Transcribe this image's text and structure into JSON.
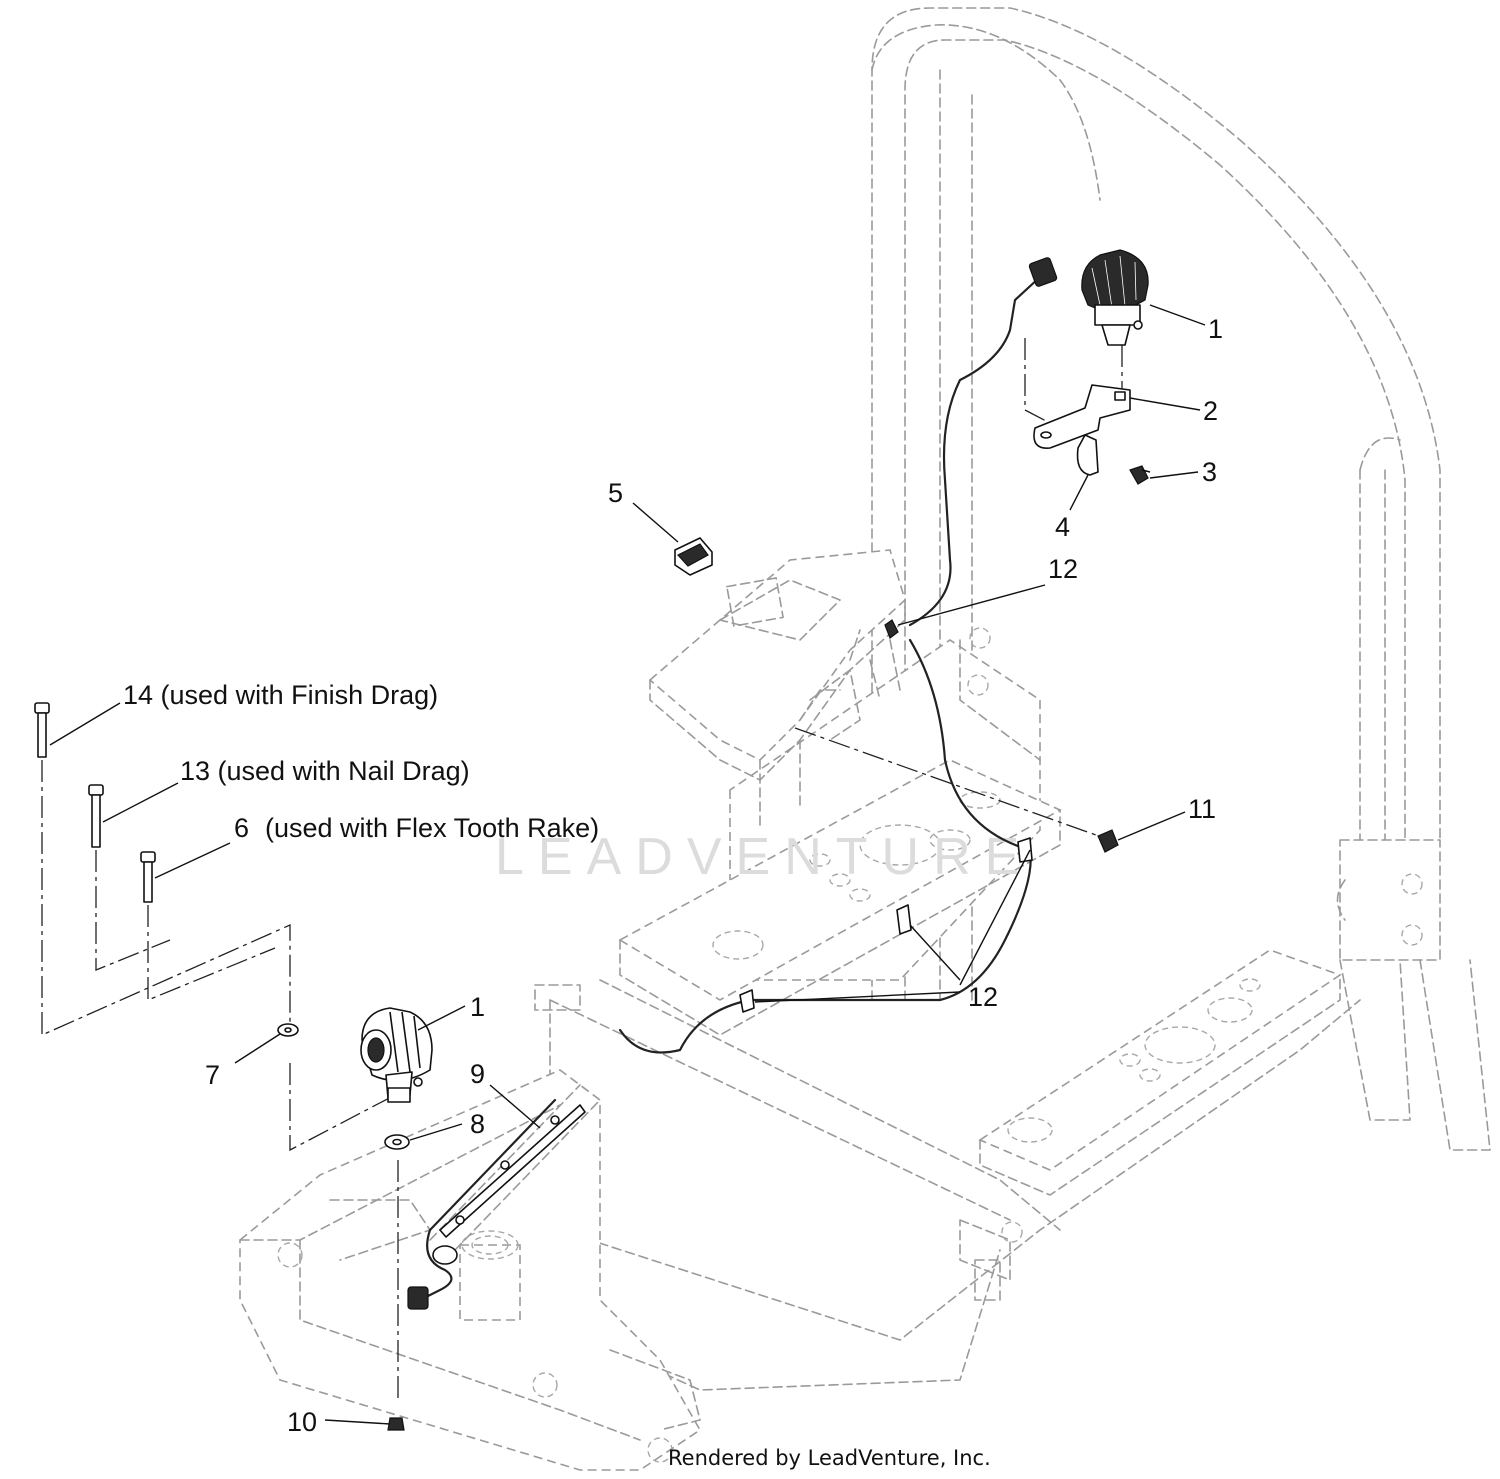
{
  "watermark": "LEADVENTURE",
  "footer": "Rendered by LeadVenture, Inc.",
  "callouts": {
    "c1a": "1",
    "c2": "2",
    "c3": "3",
    "c4": "4",
    "c5": "5",
    "c12a": "12",
    "c11": "11",
    "c12b": "12",
    "c14": "14 (used with Finish Drag)",
    "c13": "13 (used with Nail Drag)",
    "c6": "6",
    "c6note": "(used with Flex Tooth Rake)",
    "c1b": "1",
    "c9": "9",
    "c7": "7",
    "c8": "8",
    "c10": "10"
  }
}
